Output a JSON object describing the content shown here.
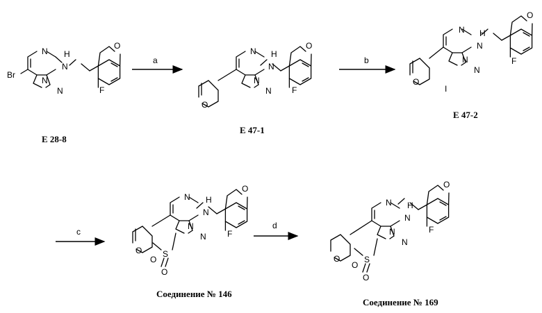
{
  "scheme": {
    "compounds": [
      {
        "id": "E 28-8"
      },
      {
        "id": "E 47-1"
      },
      {
        "id": "E 47-2"
      },
      {
        "id": "Соединение № 146"
      },
      {
        "id": "Соединение № 169"
      }
    ],
    "steps": [
      "a",
      "b",
      "c",
      "d"
    ],
    "atoms": {
      "Br": "Br",
      "N": "N",
      "H": "H",
      "F": "F",
      "O": "O",
      "I": "I",
      "S": "S"
    }
  }
}
